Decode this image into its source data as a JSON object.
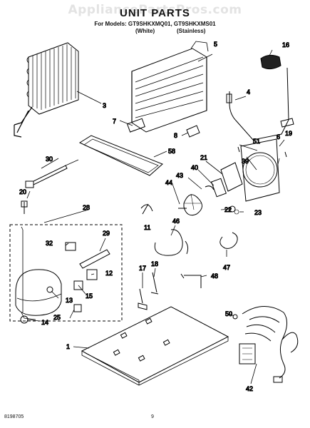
{
  "watermark": "AppliancePartsPros.com",
  "header": {
    "title": "UNIT PARTS",
    "models_line": "For Models: GT9SHKXMQ01, GT9SHKXMS01",
    "finish_white": "(White)",
    "finish_stainless": "(Stainless)"
  },
  "callouts": [
    "1",
    "3",
    "4",
    "5",
    "6",
    "7",
    "8",
    "11",
    "12",
    "13",
    "14",
    "15",
    "16",
    "17",
    "18",
    "19",
    "20",
    "21",
    "22",
    "23",
    "25",
    "28",
    "29",
    "30",
    "32",
    "39",
    "40",
    "42",
    "43",
    "44",
    "46",
    "47",
    "48",
    "50",
    "51",
    "58"
  ],
  "footer": {
    "doc_number": "8198705",
    "page_number": "9"
  }
}
